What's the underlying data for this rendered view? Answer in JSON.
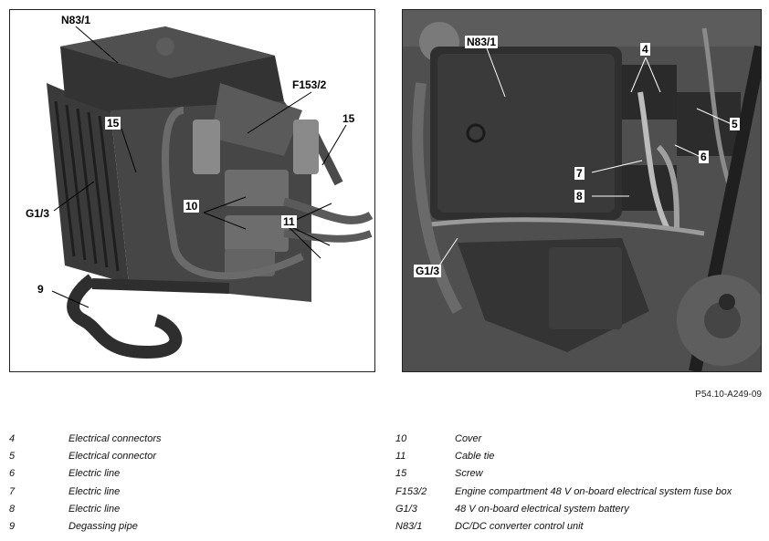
{
  "left_panel": {
    "callouts": {
      "n83_1": "N83/1",
      "f153_2": "F153/2",
      "screw_15_a": "15",
      "screw_15_b": "15",
      "g1_3": "G1/3",
      "cover_10": "10",
      "cable_tie_11": "11",
      "pipe_9": "9"
    }
  },
  "right_panel": {
    "callouts": {
      "n83_1": "N83/1",
      "conn_4": "4",
      "conn_5": "5",
      "line_6": "6",
      "line_7": "7",
      "line_8": "8",
      "g1_3": "G1/3"
    }
  },
  "image_code": "P54.10-A249-09",
  "legend": {
    "left": [
      {
        "num": "4",
        "desc": "Electrical connectors"
      },
      {
        "num": "5",
        "desc": "Electrical connector"
      },
      {
        "num": "6",
        "desc": "Electric line"
      },
      {
        "num": "7",
        "desc": "Electric line"
      },
      {
        "num": "8",
        "desc": "Electric line"
      },
      {
        "num": "9",
        "desc": "Degassing pipe"
      }
    ],
    "right": [
      {
        "num": "10",
        "desc": "Cover"
      },
      {
        "num": "11",
        "desc": "Cable tie"
      },
      {
        "num": "15",
        "desc": "Screw"
      },
      {
        "num": "F153/2",
        "desc": "Engine compartment 48 V on-board electrical system fuse box"
      },
      {
        "num": "G1/3",
        "desc": "48 V on-board electrical system battery"
      },
      {
        "num": "N83/1",
        "desc": "DC/DC converter control unit"
      }
    ]
  }
}
